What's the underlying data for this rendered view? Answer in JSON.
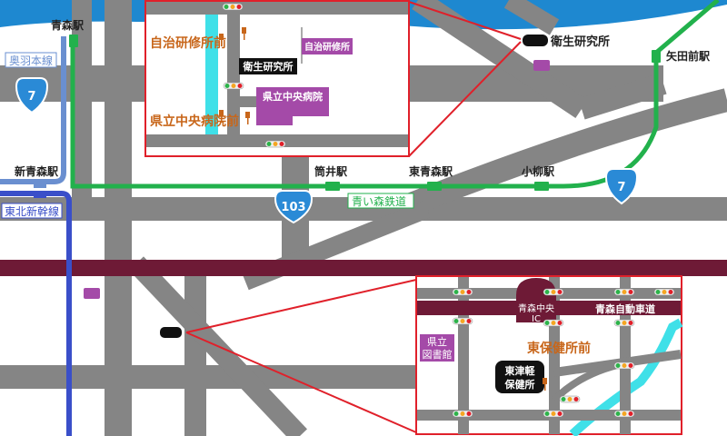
{
  "colors": {
    "road": "#858585",
    "road_dark": "#6e6e6e",
    "sea": "#1e88d0",
    "river": "#3fe0e8",
    "jr_line": "#22b14c",
    "shinkansen": "#3a4fc9",
    "ou_line": "#6a8fd0",
    "expressway": "#6e1a36",
    "route_sign": "#2a8ad6",
    "callout": "#e0202a",
    "facility": "#a44aa8",
    "landmark_text": "#c8661a"
  },
  "stations": {
    "aomori": "青森駅",
    "shin_aomori": "新青森駅",
    "tsutsui": "筒井駅",
    "higashi_aomori": "東青森駅",
    "koyanagi": "小柳駅",
    "yadamae": "矢田前駅"
  },
  "lines": {
    "ou": "奥羽本線",
    "tohoku_shinkansen": "東北新幹線",
    "aoimori": "青い森鉄道"
  },
  "routes": {
    "r7_west": "7",
    "r7_east": "7",
    "r103": "103"
  },
  "facilities": {
    "eisei_kenkyusho": "衛生研究所"
  },
  "inset_top": {
    "bus_stop_jichi": "自治研修所前",
    "bus_stop_kenritsu": "県立中央病院前",
    "jichi_kenshujo": "自治研修所",
    "eisei_kenkyusho": "衛生研究所",
    "kenritsu_hospital": "県立中央病院"
  },
  "inset_bottom": {
    "ic_label_1": "青森中央",
    "ic_label_2": "IC",
    "expressway_label": "青森自動車道",
    "library_1": "県立",
    "library_2": "図書館",
    "bus_stop_higashi_hoken": "東保健所前",
    "hokenjo_1": "東津軽",
    "hokenjo_2": "保健所"
  }
}
